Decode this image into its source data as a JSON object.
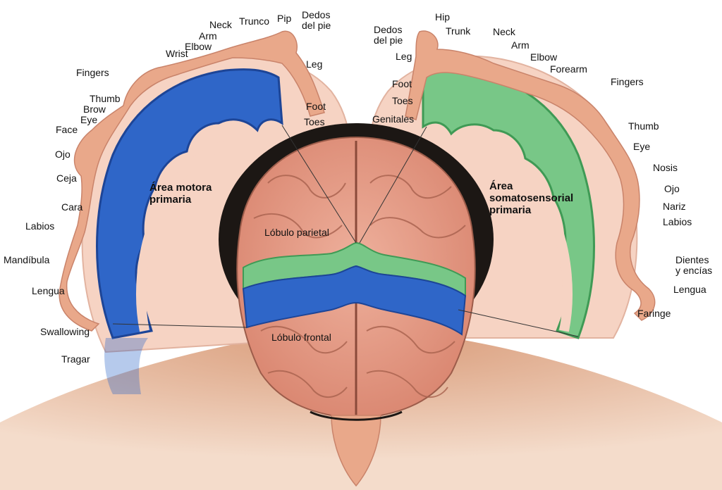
{
  "colors": {
    "motor": "#2f66c8",
    "motor_dark": "#1d4597",
    "sensory": "#78c787",
    "sensory_dark": "#3f9a55",
    "cortex_fill": "#f6d3c3",
    "skin": "#e9a88a",
    "brain": "#e7a08d",
    "hair": "#1c1714"
  },
  "motor": {
    "title": "Área motora\nprimaria",
    "labels": [
      "Neck",
      "Trunco",
      "Pip",
      "Dedos\ndel pie",
      "Arm",
      "Elbow",
      "Wrist",
      "Leg",
      "Fingers",
      "Thumb",
      "Brow",
      "Eye",
      "Face",
      "Foot",
      "Toes",
      "Ojo",
      "Ceja",
      "Cara",
      "Labios",
      "Mandíbula",
      "Lengua",
      "Swallowing",
      "Tragar"
    ]
  },
  "sensory": {
    "title": "Área\nsomatosensorial\nprimaria",
    "labels": [
      "Hip",
      "Trunk",
      "Dedos\ndel pie",
      "Neck",
      "Arm",
      "Leg",
      "Elbow",
      "Forearm",
      "Fingers",
      "Foot",
      "Toes",
      "Genitales",
      "Thumb",
      "Eye",
      "Nosis",
      "Ojo",
      "Nariz",
      "Labios",
      "Dientes\ny encías",
      "Lengua",
      "Faringe"
    ]
  },
  "lobes": {
    "parietal": "Lóbulo parietal",
    "frontal": "Lóbulo frontal"
  }
}
